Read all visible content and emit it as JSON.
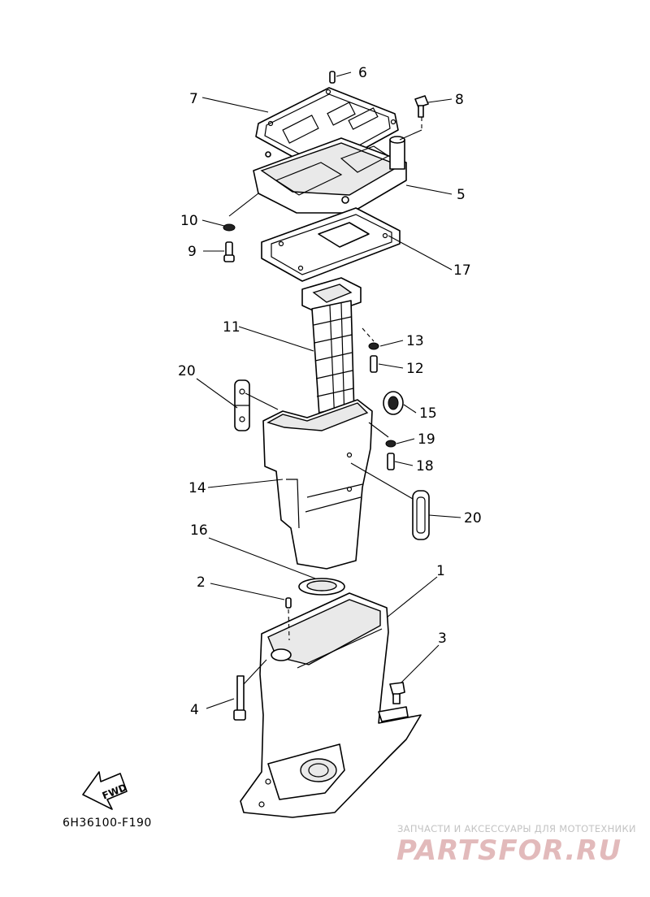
{
  "diagram": {
    "callouts": {
      "c1": "1",
      "c2": "2",
      "c3": "3",
      "c4": "4",
      "c5": "5",
      "c6": "6",
      "c7": "7",
      "c8": "8",
      "c9": "9",
      "c10": "10",
      "c11": "11",
      "c12": "12",
      "c13": "13",
      "c14": "14",
      "c15": "15",
      "c16": "16",
      "c17": "17",
      "c18": "18",
      "c19": "19",
      "c20a": "20",
      "c20b": "20"
    },
    "fwd_label": "FWD",
    "diagram_code": "6H36100-F190"
  },
  "watermark": {
    "tagline": "ЗАПЧАСТИ И АКСЕССУАРЫ ДЛЯ МОТОТЕХНИКИ",
    "logo": "PARTSFOR.RU",
    "colors": {
      "tagline": "#c3c3c3",
      "logo": "#e2babb"
    }
  }
}
